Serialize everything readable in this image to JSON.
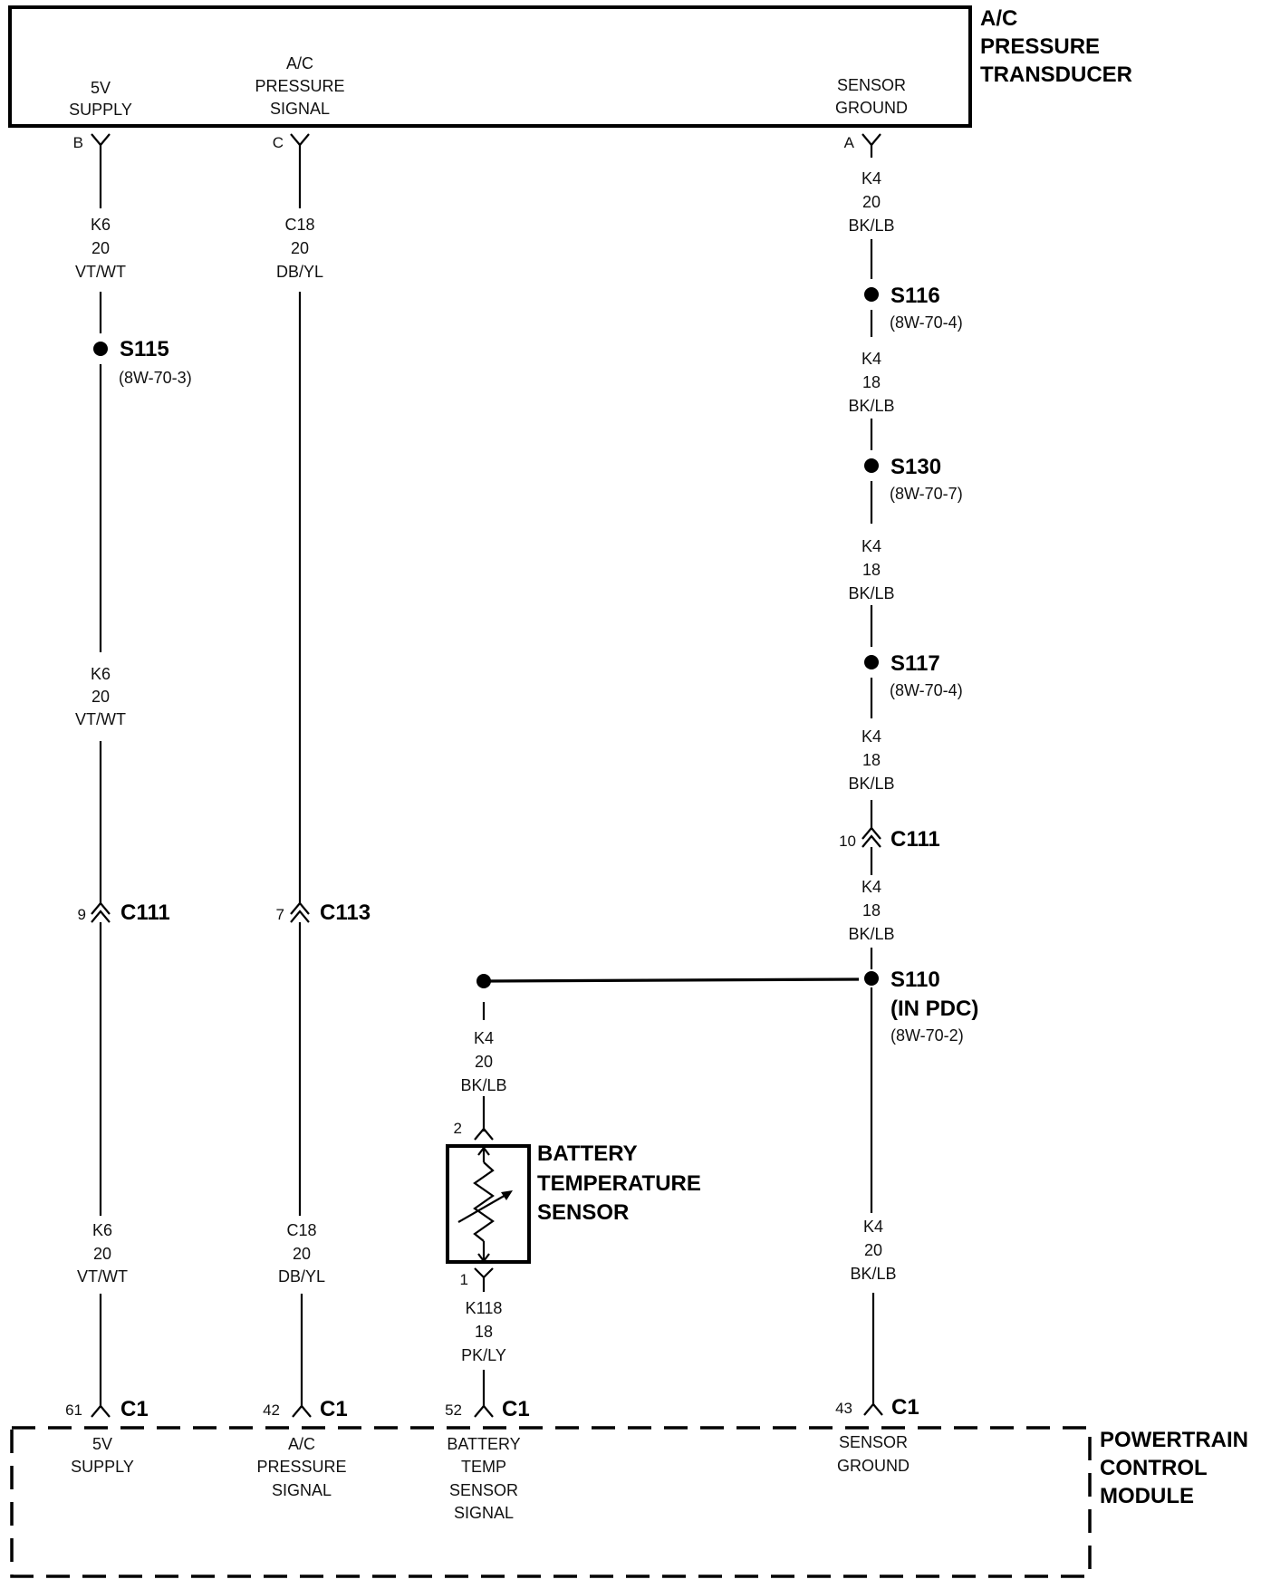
{
  "transducer": {
    "title_lines": [
      "A/C",
      "PRESSURE",
      "TRANSDUCER"
    ],
    "pin_labels": {
      "supply": [
        "5V",
        "SUPPLY"
      ],
      "signal": [
        "A/C",
        "PRESSURE",
        "SIGNAL"
      ],
      "ground": [
        "SENSOR",
        "GROUND"
      ]
    },
    "pins": {
      "supply": "B",
      "signal": "C",
      "ground": "A"
    }
  },
  "wires": {
    "k6_20": [
      "K6",
      "20",
      "VT/WT"
    ],
    "c18_20": [
      "C18",
      "20",
      "DB/YL"
    ],
    "k4_20": [
      "K4",
      "20",
      "BK/LB"
    ],
    "k4_18": [
      "K4",
      "18",
      "BK/LB"
    ],
    "k118_18": [
      "K118",
      "18",
      "PK/LY"
    ]
  },
  "splices": {
    "s115": {
      "name": "S115",
      "ref": "(8W-70-3)"
    },
    "s116": {
      "name": "S116",
      "ref": "(8W-70-4)"
    },
    "s130": {
      "name": "S130",
      "ref": "(8W-70-7)"
    },
    "s117": {
      "name": "S117",
      "ref": "(8W-70-4)"
    },
    "s110": {
      "name": "S110",
      "loc": "(IN PDC)",
      "ref": "(8W-70-2)"
    }
  },
  "connectors": {
    "c111_right": {
      "name": "C111",
      "pin": "10"
    },
    "c111_left": {
      "name": "C111",
      "pin": "9"
    },
    "c113": {
      "name": "C113",
      "pin": "7"
    }
  },
  "battery_sensor": {
    "title_lines": [
      "BATTERY",
      "TEMPERATURE",
      "SENSOR"
    ],
    "pin_top": "2",
    "pin_bottom": "1"
  },
  "pcm": {
    "title_lines": [
      "POWERTRAIN",
      "CONTROL",
      "MODULE"
    ],
    "connector": "C1",
    "pins": {
      "supply": "61",
      "signal": "42",
      "battery": "52",
      "ground": "43"
    },
    "pin_labels": {
      "supply": [
        "5V",
        "SUPPLY"
      ],
      "signal": [
        "A/C",
        "PRESSURE",
        "SIGNAL"
      ],
      "battery": [
        "BATTERY",
        "TEMP",
        "SENSOR",
        "SIGNAL"
      ],
      "ground": [
        "SENSOR",
        "GROUND"
      ]
    }
  }
}
